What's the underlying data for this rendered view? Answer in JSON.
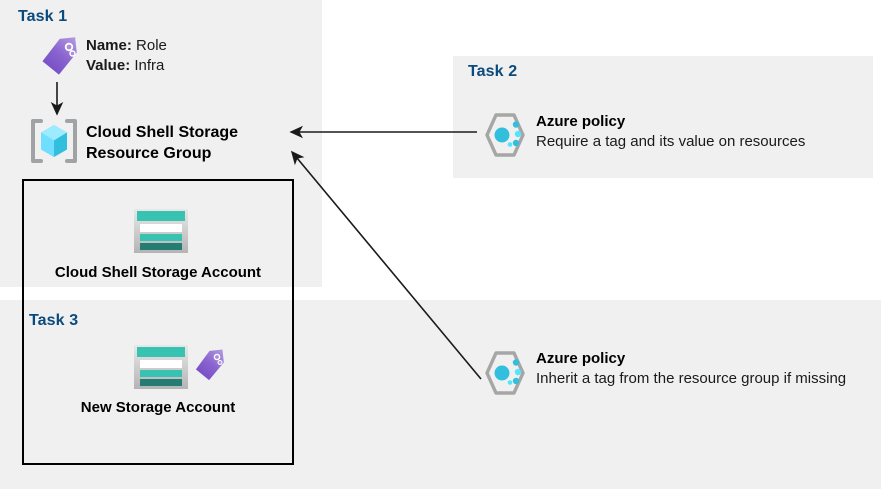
{
  "diagram": {
    "title": "Azure tagging and policy task diagram",
    "background": "#ffffff",
    "panel_color": "#f0f0f0",
    "heading_color": "#0b4a7d",
    "accent_cyan": "#32bedd",
    "accent_purple": "#8661c5",
    "accent_teal": "#37c2b1"
  },
  "task1": {
    "heading": "Task 1",
    "tag": {
      "name_label": "Name:",
      "name_value": "Role",
      "value_label": "Value:",
      "value_value": "Infra",
      "icon": "tag-icon"
    },
    "resource_group": {
      "title_line1": "Cloud Shell Storage",
      "title_line2": "Resource Group",
      "icon": "resource-group-icon"
    },
    "storage_account": {
      "label": "Cloud Shell Storage Account",
      "icon": "storage-account-icon"
    }
  },
  "task2": {
    "heading": "Task 2",
    "policy": {
      "name": "Azure policy",
      "description": "Require a tag and its value on resources",
      "icon": "azure-policy-icon"
    }
  },
  "task3": {
    "heading": "Task 3",
    "storage_account": {
      "label": "New Storage Account",
      "icon": "storage-account-icon",
      "tag_icon": "tag-icon"
    },
    "policy": {
      "name": "Azure policy",
      "description": "Inherit a tag from the resource group if missing",
      "icon": "azure-policy-icon"
    }
  },
  "connectors": [
    {
      "name": "tag-to-resource-group-arrow",
      "from": "tag-icon-1",
      "to": "resource-group-icon",
      "style": "vertical-arrow"
    },
    {
      "name": "policy2-to-resource-group-arrow",
      "from": "azure-policy-task2",
      "to": "resource-group",
      "style": "horizontal-arrow"
    },
    {
      "name": "policy3-to-resource-group-arrow",
      "from": "azure-policy-task3",
      "to": "resource-group",
      "style": "diagonal-arrow"
    }
  ]
}
